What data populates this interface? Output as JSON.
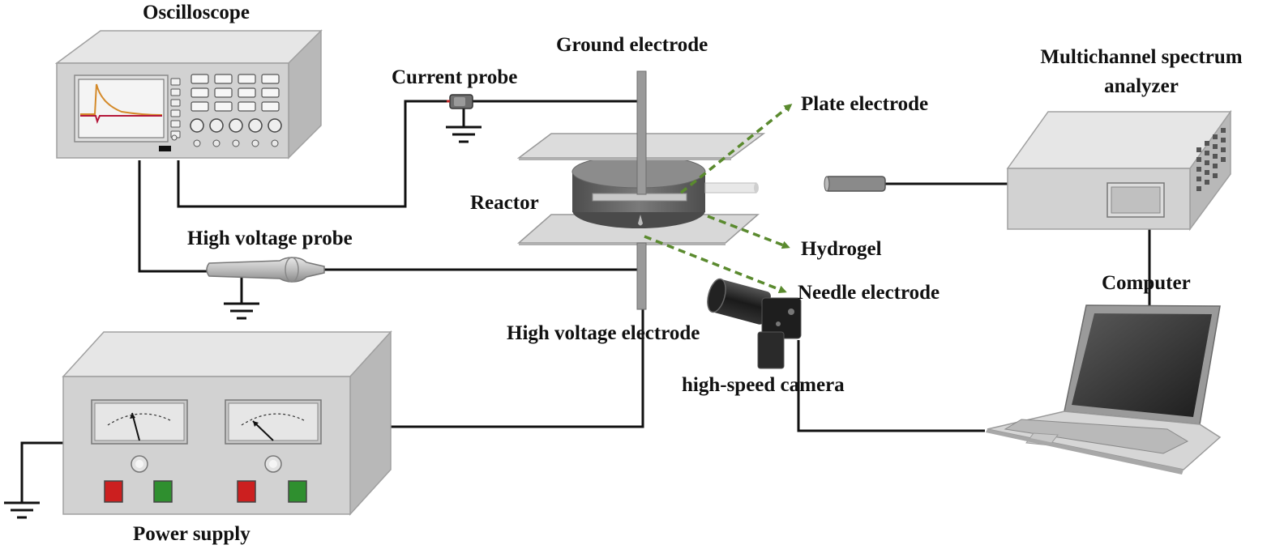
{
  "labels": {
    "oscilloscope": "Oscilloscope",
    "ground_electrode": "Ground electrode",
    "current_probe": "Current probe",
    "spectrum_analyzer_line1": "Multichannel spectrum",
    "spectrum_analyzer_line2": "analyzer",
    "plate_electrode": "Plate electrode",
    "reactor": "Reactor",
    "high_voltage_probe": "High voltage probe",
    "hydrogel": "Hydrogel",
    "needle_electrode": "Needle electrode",
    "computer": "Computer",
    "high_voltage_electrode": "High voltage electrode",
    "high_speed_camera": "high-speed camera",
    "power_supply": "Power supply"
  },
  "colors": {
    "wire": "#111111",
    "arrow": "#5a8a2e",
    "device_front": "#d2d2d2",
    "device_top": "#e6e6e6",
    "device_side": "#b8b8b8",
    "reactor_body": "#6b6b6b",
    "screen": "#2a2a2a",
    "red_button": "#cc1f1f",
    "green_button": "#2f8f2f"
  },
  "icons": {
    "oscilloscope": "oscilloscope-icon",
    "power_supply": "power-supply-icon",
    "spectrum_analyzer": "spectrum-analyzer-icon",
    "laptop": "laptop-icon",
    "camera": "camera-icon",
    "ground": "ground-symbol-icon",
    "current_probe": "current-probe-icon",
    "high_voltage_probe": "high-voltage-probe-icon",
    "reactor": "reactor-icon"
  }
}
